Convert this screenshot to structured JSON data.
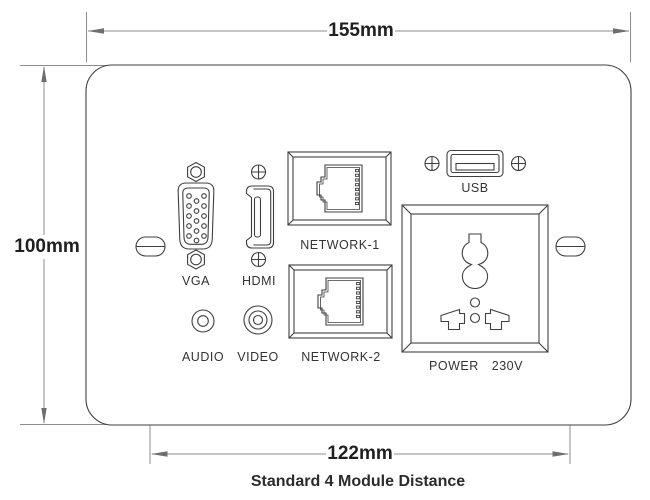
{
  "caption": "Standard 4 Module Distance",
  "dimensions": {
    "width": "155mm",
    "height": "100mm",
    "module_distance": "122mm"
  },
  "labels": {
    "vga": "VGA",
    "hdmi": "HDMI",
    "audio": "AUDIO",
    "video": "VIDEO",
    "network1": "NETWORK-1",
    "network2": "NETWORK-2",
    "usb": "USB",
    "power": "POWER 230V"
  },
  "colors": {
    "line": "#3f3f3f",
    "dimension_line": "#8c8c8c",
    "text": "#2b2b2b",
    "background": "#ffffff"
  }
}
